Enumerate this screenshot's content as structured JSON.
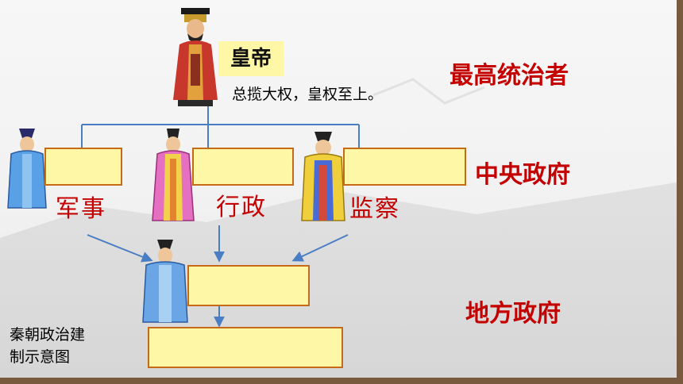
{
  "emperor": {
    "label": "皇帝",
    "description": "总揽大权，皇权至上。"
  },
  "levels": {
    "top": "最高统治者",
    "central": "中央政府",
    "local": "地方政府"
  },
  "central_categories": [
    "军事",
    "行政",
    "监察"
  ],
  "caption": {
    "line1": "秦朝政治建",
    "line2": "制示意图"
  },
  "colors": {
    "connector": "#4a7ec4",
    "box_fill": "#fdf7a6",
    "box_border": "#c56a16",
    "accent_red": "#c40000",
    "frame": "#7a5a3e"
  }
}
